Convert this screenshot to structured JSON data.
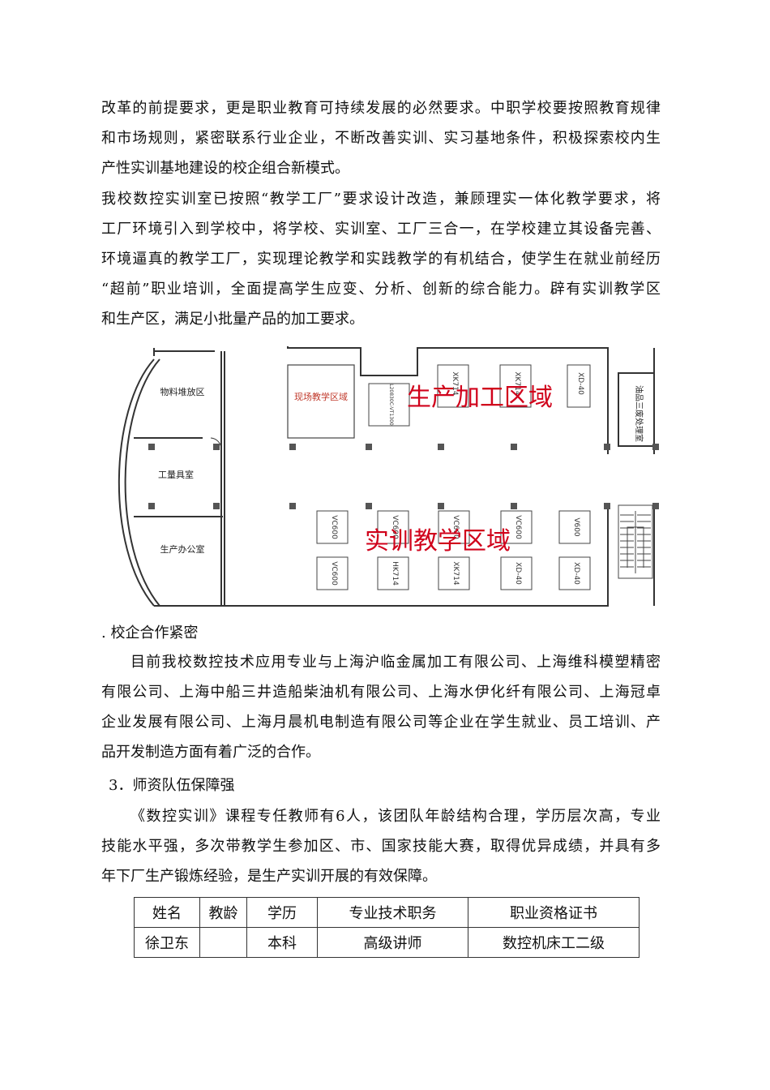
{
  "para1": {
    "lines": [
      "改革的前提要求，更是职业教育可持续发展的必然要求。中职学校要按照教育规律",
      "和市场规则，紧密联系行业企业，不断改善实训、实习基地条件，积极探索校内生",
      "产性实训基地建设的校企组合新模式。"
    ]
  },
  "para2": {
    "lines": [
      "我校数控实训室已按照“教学工厂”要求设计改造，兼顾理实一体化教学要求，将",
      "工厂环境引入到学校中，将学校、实训室、工厂三合一，在学校建立其设备完善、",
      "环境逼真的教学工厂，实现理论教学和实践教学的有机结合，使学生在就业前经历",
      "“超前”职业培训，全面提高学生应变、分析、创新的综合能力。辟有实训教学区",
      "和生产区，满足小批量产品的加工要求。"
    ]
  },
  "floorplan": {
    "rooms": {
      "material": "物料堆放区",
      "tools": "工量具室",
      "office": "生产办公室",
      "onsite_teaching": "现场教学区域",
      "waste_oil": "油品三废处理室",
      "lathe_label": "L20830C-VT1300"
    },
    "zones": {
      "production": "生产加工区域",
      "training": "实训教学区域"
    },
    "machines_top": [
      "XK714",
      "XK714",
      "XD-40"
    ],
    "machines_mid": [
      "VC600",
      "VC600",
      "VC600",
      "VC600",
      "V600"
    ],
    "machines_bottom": [
      "VC600",
      "HK714",
      "XK714",
      "XD-40",
      "XD-40"
    ]
  },
  "section2": {
    "heading": ". 校企合作紧密"
  },
  "para3": {
    "lines": [
      "目前我校数控技术应用专业与上海沪临金属加工有限公司、上海维科模塑精密",
      "有限公司、上海中船三井造船柴油机有限公司、上海水伊化纤有限公司、上海冠卓",
      "企业发展有限公司、上海月晨机电制造有限公司等企业在学生就业、员工培训、产",
      "品开发制造方面有着广泛的合作。"
    ]
  },
  "section3": {
    "heading": "3．师资队伍保障强"
  },
  "para4": {
    "lines": [
      "《数控实训》课程专任教师有6人，该团队年龄结构合理，学历层次高，专业",
      "技能水平强，多次带教学生参加区、市、国家技能大赛，取得优异成绩，并具有多",
      "年下厂生产锻炼经验，是生产实训开展的有效保障。"
    ]
  },
  "table": {
    "headers": [
      "姓名",
      "教龄",
      "学历",
      "专业技术职务",
      "职业资格证书"
    ],
    "rows": [
      [
        "徐卫东",
        "",
        "本科",
        "高级讲师",
        "数控机床工二级"
      ]
    ]
  }
}
